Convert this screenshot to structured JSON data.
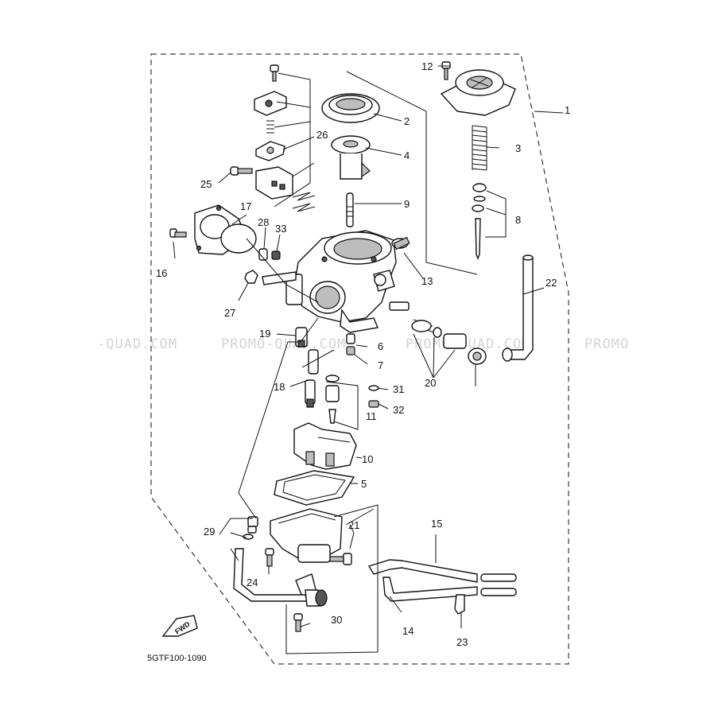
{
  "diagram": {
    "code_label": "5GTF100-1090",
    "fwd_label": "FWD",
    "watermark": [
      "-QUAD.COM",
      "PROMO-QUAD.COM",
      "PROMO-QUAD.COM",
      "PROMO"
    ],
    "callouts": [
      "1",
      "2",
      "3",
      "4",
      "5",
      "6",
      "7",
      "8",
      "9",
      "10",
      "11",
      "12",
      "13",
      "14",
      "15",
      "16",
      "17",
      "18",
      "19",
      "20",
      "21",
      "22",
      "23",
      "24",
      "25",
      "26",
      "27",
      "28",
      "29",
      "30",
      "31",
      "32",
      "33"
    ]
  }
}
